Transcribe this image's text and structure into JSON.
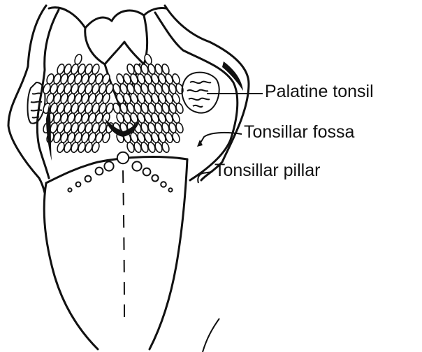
{
  "labels": {
    "palatine_tonsil": "Palatine tonsil",
    "tonsillar_fossa": "Tonsillar fossa",
    "tonsillar_pillar": "Tonsillar pillar"
  },
  "colors": {
    "ink": "#111111",
    "paper": "#ffffff"
  }
}
